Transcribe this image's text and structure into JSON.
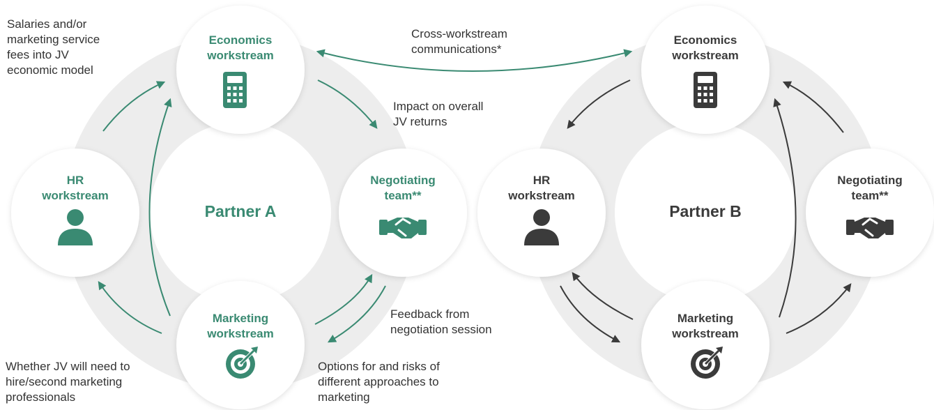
{
  "colors": {
    "green": "#3a8a72",
    "dark": "#3b3b3b",
    "ring": "#ececec",
    "text": "#333333"
  },
  "partner_a": {
    "name": "Partner A",
    "economics": {
      "line1": "Economics",
      "line2": "workstream",
      "icon": "calculator-icon"
    },
    "hr": {
      "line1": "HR",
      "line2": "workstream",
      "icon": "person-icon"
    },
    "negotiating": {
      "line1": "Negotiating",
      "line2": "team**",
      "icon": "handshake-icon"
    },
    "marketing": {
      "line1": "Marketing",
      "line2": "workstream",
      "icon": "target-icon"
    }
  },
  "partner_b": {
    "name": "Partner B",
    "economics": {
      "line1": "Economics",
      "line2": "workstream",
      "icon": "calculator-icon"
    },
    "hr": {
      "line1": "HR",
      "line2": "workstream",
      "icon": "person-icon"
    },
    "negotiating": {
      "line1": "Negotiating",
      "line2": "team**",
      "icon": "handshake-icon"
    },
    "marketing": {
      "line1": "Marketing",
      "line2": "workstream",
      "icon": "target-icon"
    }
  },
  "annotations": {
    "salaries": [
      "Salaries and/or",
      "marketing service",
      "fees into JV",
      "economic model"
    ],
    "cross": [
      "Cross-workstream",
      "communications*"
    ],
    "impact": [
      "Impact on overall",
      "JV returns"
    ],
    "feedback": [
      "Feedback from",
      "negotiation session"
    ],
    "options": [
      "Options for and risks of",
      "different approaches to",
      "marketing"
    ],
    "whether": [
      "Whether JV will need to",
      "hire/second marketing",
      "professionals"
    ]
  }
}
